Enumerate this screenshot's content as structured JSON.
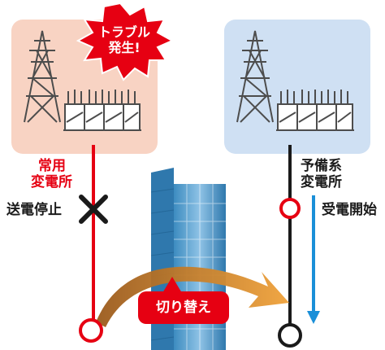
{
  "alert": {
    "line1": "トラブル",
    "line2": "発生!"
  },
  "primary_substation": {
    "line1": "常用",
    "line2": "変電所"
  },
  "backup_substation": {
    "line1": "予備系",
    "line2": "変電所"
  },
  "status_stop": "送電停止",
  "status_start": "受電開始",
  "switch_label": "切り替え",
  "colors": {
    "primary_line": "#e60012",
    "backup_line": "#1a1a1a",
    "panel_primary": "#f8d3c3",
    "panel_backup": "#cfe0f3",
    "flow_arrow": "#1a8fd8",
    "switch_arrow_start": "#9a5a1c",
    "switch_arrow_end": "#f0a23a"
  },
  "icons": [
    "transmission-tower-icon",
    "transformer-icon",
    "building-icon",
    "cross-icon",
    "down-arrow-icon"
  ]
}
